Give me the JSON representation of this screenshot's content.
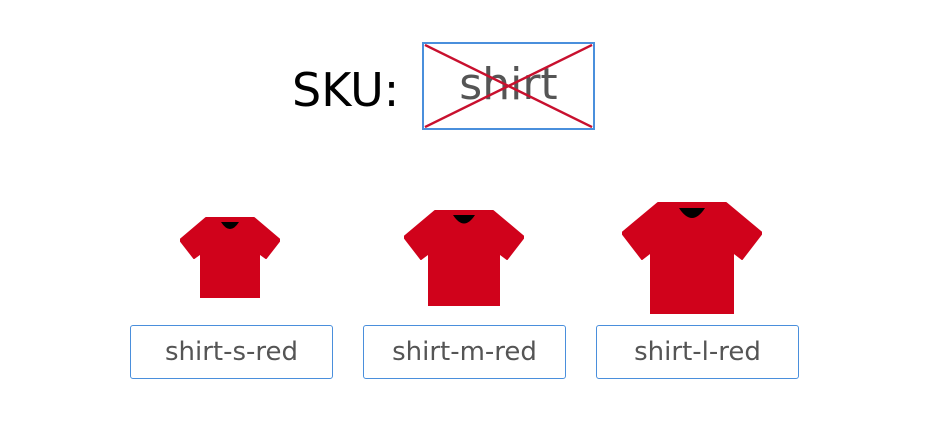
{
  "sku": {
    "label": "SKU:",
    "value": "shirt",
    "value_crossed_out": true
  },
  "variants": [
    {
      "label": "shirt-s-red",
      "icon": "t-shirt-icon",
      "size": "s",
      "color": "#d0021b"
    },
    {
      "label": "shirt-m-red",
      "icon": "t-shirt-icon",
      "size": "m",
      "color": "#d0021b"
    },
    {
      "label": "shirt-l-red",
      "icon": "t-shirt-icon",
      "size": "l",
      "color": "#d0021b"
    }
  ],
  "colors": {
    "box_border": "#4a8fdc",
    "cross": "#c8102e",
    "shirt": "#d0021b",
    "collar": "#000000"
  }
}
